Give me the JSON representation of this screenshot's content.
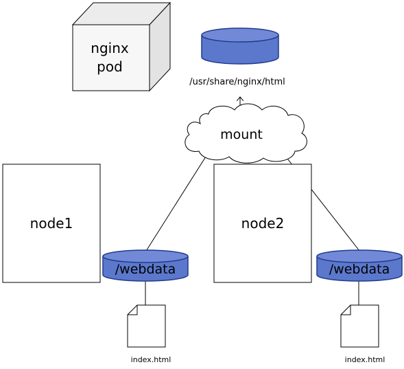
{
  "pod": {
    "line1": "nginx",
    "line2": "pod"
  },
  "pod_volume": {
    "path": "/usr/share/nginx/html"
  },
  "cloud": {
    "label": "mount"
  },
  "nodes": [
    {
      "label": "node1"
    },
    {
      "label": "node2"
    }
  ],
  "volumes": [
    {
      "label": "/webdata",
      "file": "index.html"
    },
    {
      "label": "/webdata",
      "file": "index.html"
    }
  ],
  "colors": {
    "volume_fill": "#5b78cc",
    "volume_stroke": "#1f3a8a",
    "cube_front": "#f7f7f7",
    "cube_side": "#e6e6e6",
    "cube_top": "#ececec"
  }
}
